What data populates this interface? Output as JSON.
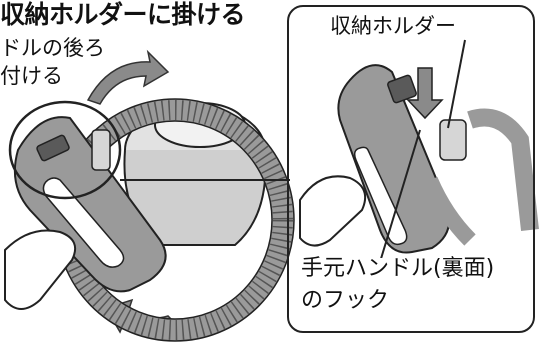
{
  "heading": "収納ホルダーに掛ける",
  "subtext_lines": [
    "ドルの後ろ",
    "付ける"
  ],
  "callout": {
    "holder_label": "収納ホルダー",
    "hook_label_lines": [
      "手元ハンドル(裏面)",
      "のフック"
    ]
  },
  "colors": {
    "outline": "#222222",
    "body_gray": "#9a9a9a",
    "light_gray": "#d6d6d6",
    "dark_gray": "#5a5a5a",
    "background": "#ffffff"
  }
}
